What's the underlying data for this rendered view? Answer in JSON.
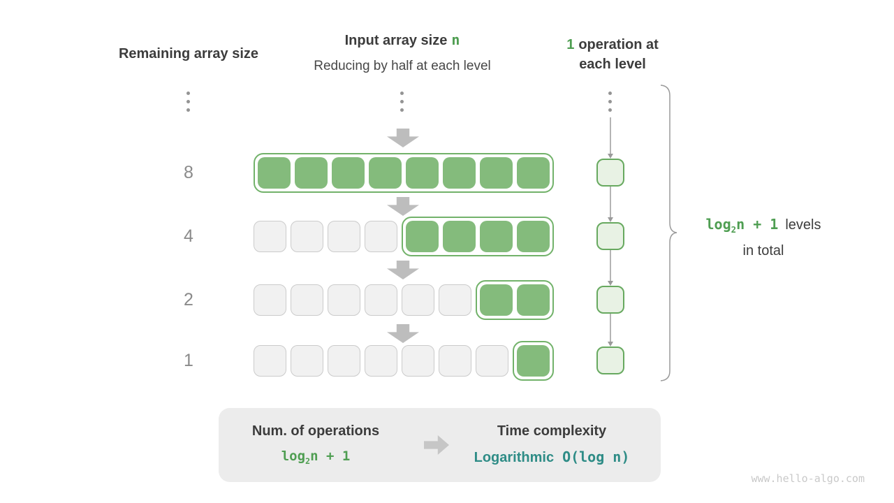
{
  "headers": {
    "left_title": "Remaining array size",
    "center_title_prefix": "Input array size",
    "center_title_var": "n",
    "center_subtitle": "Reducing by half at each level",
    "right_var": "1",
    "right_line1_rest": "operation at",
    "right_line2": "each level"
  },
  "diagram": {
    "rows": [
      {
        "label": "8",
        "inactive_cells": 0,
        "active_cells": 8
      },
      {
        "label": "4",
        "inactive_cells": 4,
        "active_cells": 4
      },
      {
        "label": "2",
        "inactive_cells": 6,
        "active_cells": 2
      },
      {
        "label": "1",
        "inactive_cells": 7,
        "active_cells": 1
      }
    ],
    "brace_label": {
      "formula_fn": "log",
      "formula_sub": "2",
      "formula_rest": "n + 1",
      "suffix": "levels",
      "line2": "in total"
    }
  },
  "summary": {
    "operations_title": "Num. of operations",
    "operations_formula_fn": "log",
    "operations_formula_sub": "2",
    "operations_formula_rest": "n + 1",
    "complexity_title": "Time complexity",
    "complexity_class": "Logarithmic",
    "complexity_notation": "O(log n)"
  },
  "watermark": "www.hello-algo.com",
  "colors": {
    "accent_green_text": "#4f9e52",
    "cell_green": "#84bb7c",
    "active_group_border": "#72b26a",
    "operation_box_fill": "#e8f2e4",
    "operation_box_border": "#67a95f",
    "teal_complexity": "#2e8c86",
    "inactive_cell_fill": "#f1f1f1",
    "inactive_cell_border": "#cbcbcb",
    "arrow_gray": "#bdbdbd",
    "line_gray": "#9a9a9a",
    "text_dark": "#3c3c3c",
    "row_label_gray": "#8a8a8a",
    "summary_background": "#ececec",
    "watermark_gray": "#c9c9c9"
  }
}
